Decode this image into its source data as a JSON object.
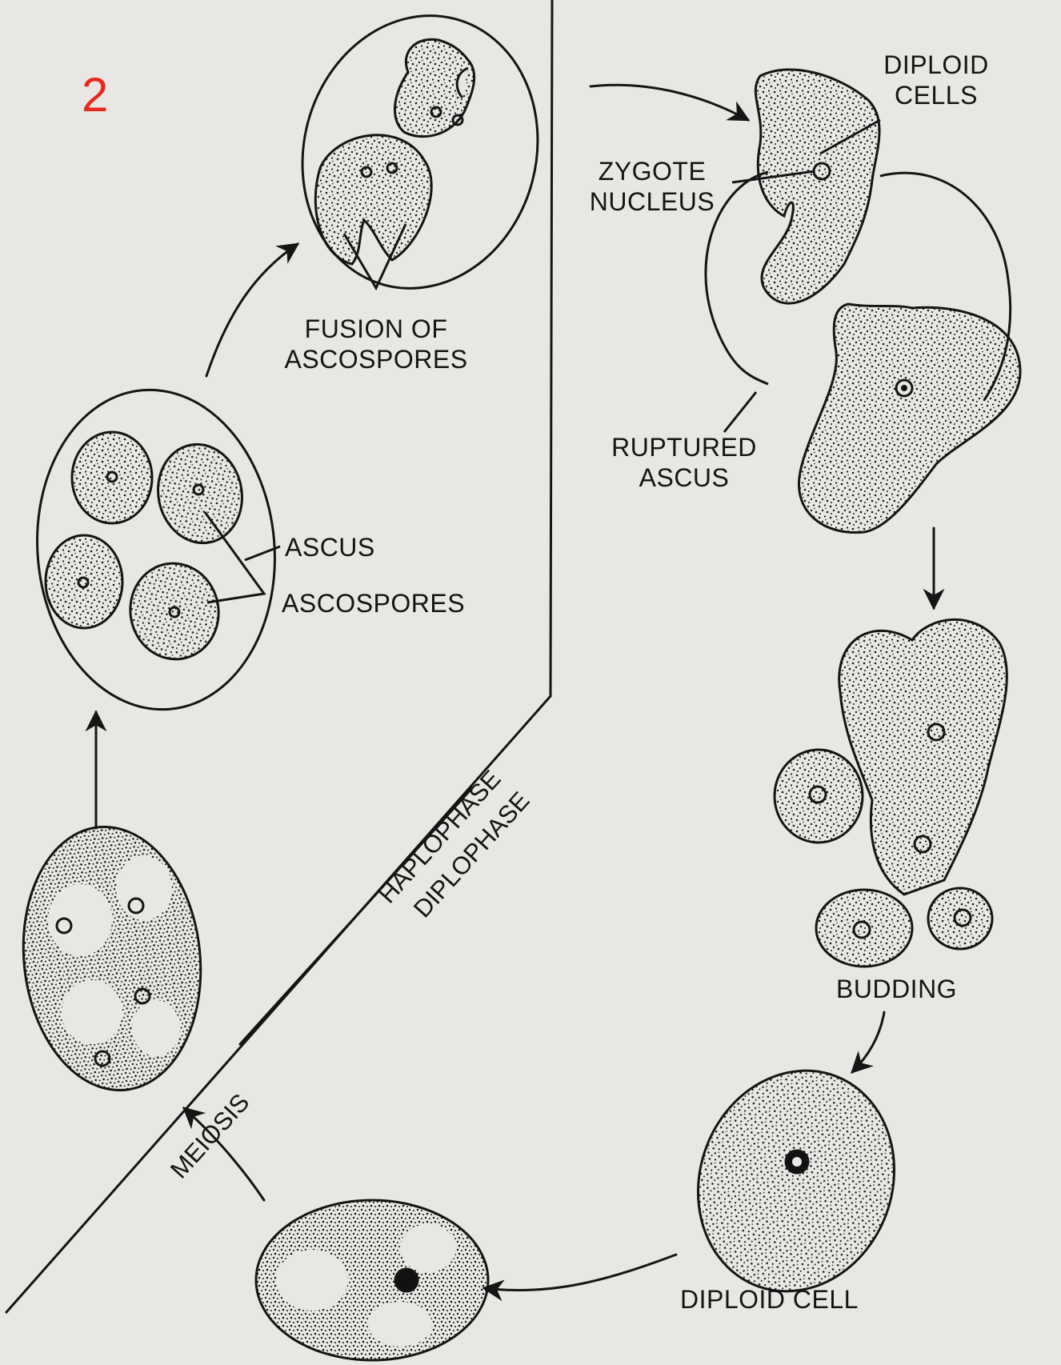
{
  "figure_number": "2",
  "labels": {
    "fusion": [
      "FUSION OF",
      "ASCOSPORES"
    ],
    "ascus": "ASCUS",
    "ascospores": "ASCOSPORES",
    "diploid_cells": [
      "DIPLOID",
      "CELLS"
    ],
    "zygote_nucleus": [
      "ZYGOTE",
      "NUCLEUS"
    ],
    "ruptured_ascus": [
      "RUPTURED",
      "ASCUS"
    ],
    "budding": "BUDDING",
    "diploid_cell": "DIPLOID CELL",
    "haplophase": "HAPLOPHASE",
    "diplophase": "DIPLOPHASE",
    "meiosis": "MEIOSIS"
  },
  "colors": {
    "ink": "#151515",
    "figure_number": "#e8281f",
    "paper": "#e9e7e4"
  }
}
